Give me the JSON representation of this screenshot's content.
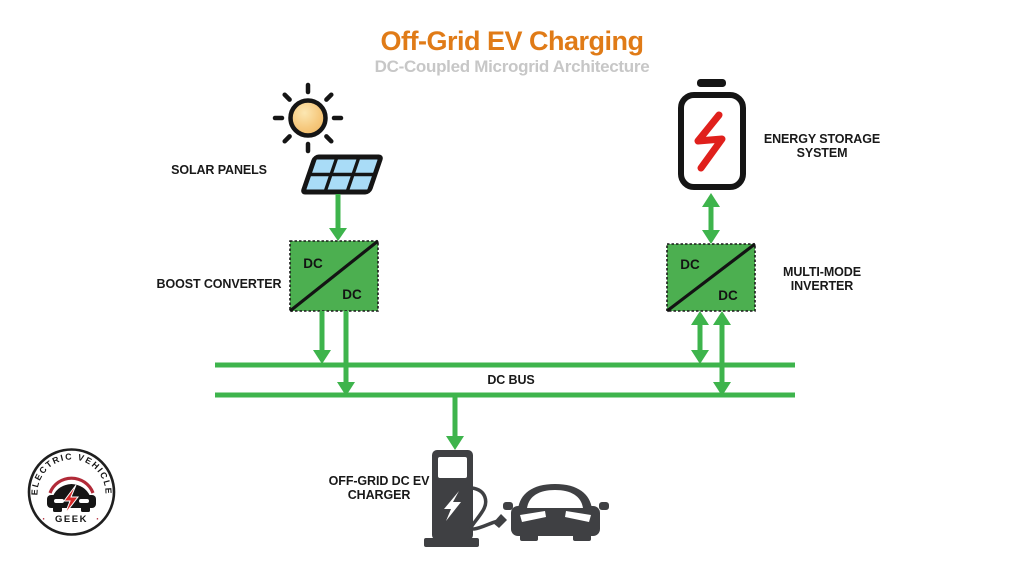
{
  "header": {
    "title": "Off-Grid EV Charging",
    "subtitle": "DC-Coupled Microgrid Architecture"
  },
  "nodes": {
    "solar_panels": {
      "label": "SOLAR PANELS"
    },
    "boost_converter": {
      "label": "BOOST CONVERTER",
      "input_label": "DC",
      "output_label": "DC"
    },
    "energy_storage": {
      "label": "ENERGY STORAGE SYSTEM"
    },
    "multi_mode_inverter": {
      "label": "MULTI-MODE INVERTER",
      "input_label": "DC",
      "output_label": "DC"
    },
    "dc_bus": {
      "label": "DC BUS"
    },
    "ev_charger": {
      "label": "OFF-GRID DC EV CHARGER"
    }
  },
  "connections": [
    {
      "from": "solar_panels",
      "to": "boost_converter",
      "direction": "one-way"
    },
    {
      "from": "boost_converter",
      "to": "dc_bus",
      "direction": "one-way"
    },
    {
      "from": "energy_storage",
      "to": "multi_mode_inverter",
      "direction": "two-way"
    },
    {
      "from": "multi_mode_inverter",
      "to": "dc_bus",
      "direction": "two-way"
    },
    {
      "from": "dc_bus",
      "to": "ev_charger",
      "direction": "one-way"
    }
  ],
  "logo": {
    "arc_text": "ELECTRIC VEHICLE",
    "bottom_text": "GEEK",
    "dot": "·"
  },
  "colors": {
    "title_orange": "#E07B17",
    "subtitle_gray": "#C7C7C7",
    "flow_green": "#3EB44C",
    "converter_green": "#4CAF50",
    "label_black": "#191919",
    "battery_bolt_red": "#E0201C",
    "charger_gray": "#3F4043",
    "solar_cell_blue": "#A9DCF7",
    "sun_orange": "#F6C97E"
  }
}
